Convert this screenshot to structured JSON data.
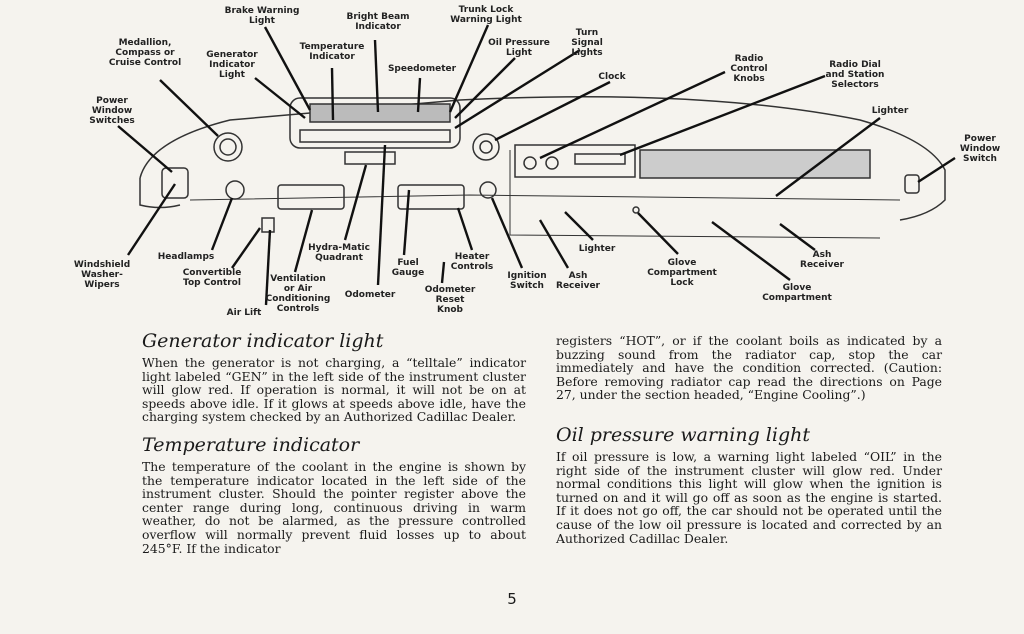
{
  "diagram_labels": {
    "medallion": "Medallion,\nCompass or\nCruise Control",
    "brake_warning": "Brake Warning\nLight",
    "bright_beam": "Bright Beam\nIndicator",
    "trunk_lock": "Trunk Lock\nWarning Light",
    "turn_signal": "Turn\nSignal\nLights",
    "generator": "Generator\nIndicator\nLight",
    "temperature": "Temperature\nIndicator",
    "speedometer": "Speedometer",
    "oil_pressure": "Oil Pressure\nLight",
    "clock": "Clock",
    "radio_control": "Radio\nControl\nKnobs",
    "radio_dial": "Radio Dial\nand Station\nSelectors",
    "lighter_top": "Lighter",
    "power_window_switches": "Power\nWindow\nSwitches",
    "power_window_switch": "Power\nWindow\nSwitch",
    "windshield": "Windshield\nWasher-\nWipers",
    "headlamps": "Headlamps",
    "convertible": "Convertible\nTop Control",
    "air_lift": "Air Lift",
    "ventilation": "Ventilation\nor Air\nConditioning\nControls",
    "hydramatic": "Hydra-Matic\nQuadrant",
    "odometer": "Odometer",
    "fuel": "Fuel\nGauge",
    "odometer_reset": "Odometer\nReset\nKnob",
    "heater": "Heater\nControls",
    "ignition": "Ignition\nSwitch",
    "ash_receiver_1": "Ash\nReceiver",
    "lighter_bottom": "Lighter",
    "glove_lock": "Glove\nCompartment\nLock",
    "ash_receiver_2": "Ash\nReceiver",
    "glove_compartment": "Glove\nCompartment"
  },
  "sections": {
    "generator": {
      "heading": "Generator indicator light",
      "body": "When the generator is not charging, a “telltale” indicator light labeled “GEN” in the left side of the instrument cluster will glow red. If operation is normal, it will not be on at speeds above idle. If it glows at speeds above idle, have the charging system checked by an Authorized Cadillac Dealer."
    },
    "temperature": {
      "heading": "Temperature indicator",
      "body": "The temperature of the coolant in the engine is shown by the temperature indicator located in the left side of the instrument cluster. Should the pointer register above the center range during long, continuous driving in warm weather, do not be alarmed, as the pressure controlled overflow will normally prevent fluid losses up to about 245°F. If the indicator"
    },
    "temperature_cont": {
      "body": "registers “HOT”, or if the coolant boils as indicated by a buzzing sound from the radiator cap, stop the car immediately and have the condition corrected. (Caution: Before removing radiator cap read the directions on Page 27, under the section headed, “Engine Cooling”.)"
    },
    "oil": {
      "heading": "Oil pressure warning light",
      "body": "If oil pressure is low, a warning light labeled “OIL” in the right side of the instrument cluster will glow red. Under normal conditions this light will glow when the ignition is turned on and it will go off as soon as the engine is started. If it does not go off, the car should not be operated until the cause of the low oil pressure is located and corrected by an Authorized Cadillac Dealer."
    }
  },
  "page_number": "5"
}
